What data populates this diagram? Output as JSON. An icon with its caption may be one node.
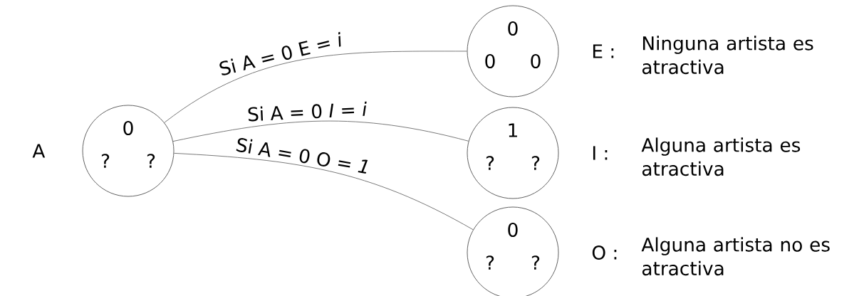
{
  "diagram": {
    "nodes": [
      {
        "text": [
          "0",
          "?",
          "?"
        ],
        "beside": [
          "A"
        ]
      },
      {
        "text": [
          "0",
          "0",
          "0"
        ],
        "beside": [
          "E :",
          "Ninguna artista es atractiva"
        ]
      },
      {
        "text": [
          "1",
          "?",
          "?"
        ],
        "beside": [
          "I :",
          "Alguna artista es atractiva"
        ]
      },
      {
        "text": [
          "0",
          "?",
          "?"
        ],
        "beside": [
          "O :",
          "Alguna artista no es atractiva"
        ]
      }
    ],
    "edges": [
      {
        "from": 0,
        "to": 1,
        "arrow": "none",
        "label": "Si A = 0 E = *i*"
      },
      {
        "from": 0,
        "to": 2,
        "arrow": "none",
        "label": "Si A = 0 *I* = *i*"
      },
      {
        "from": 0,
        "to": 3,
        "arrow": "none",
        "label": "Si A = 0 O = *1*"
      }
    ]
  }
}
